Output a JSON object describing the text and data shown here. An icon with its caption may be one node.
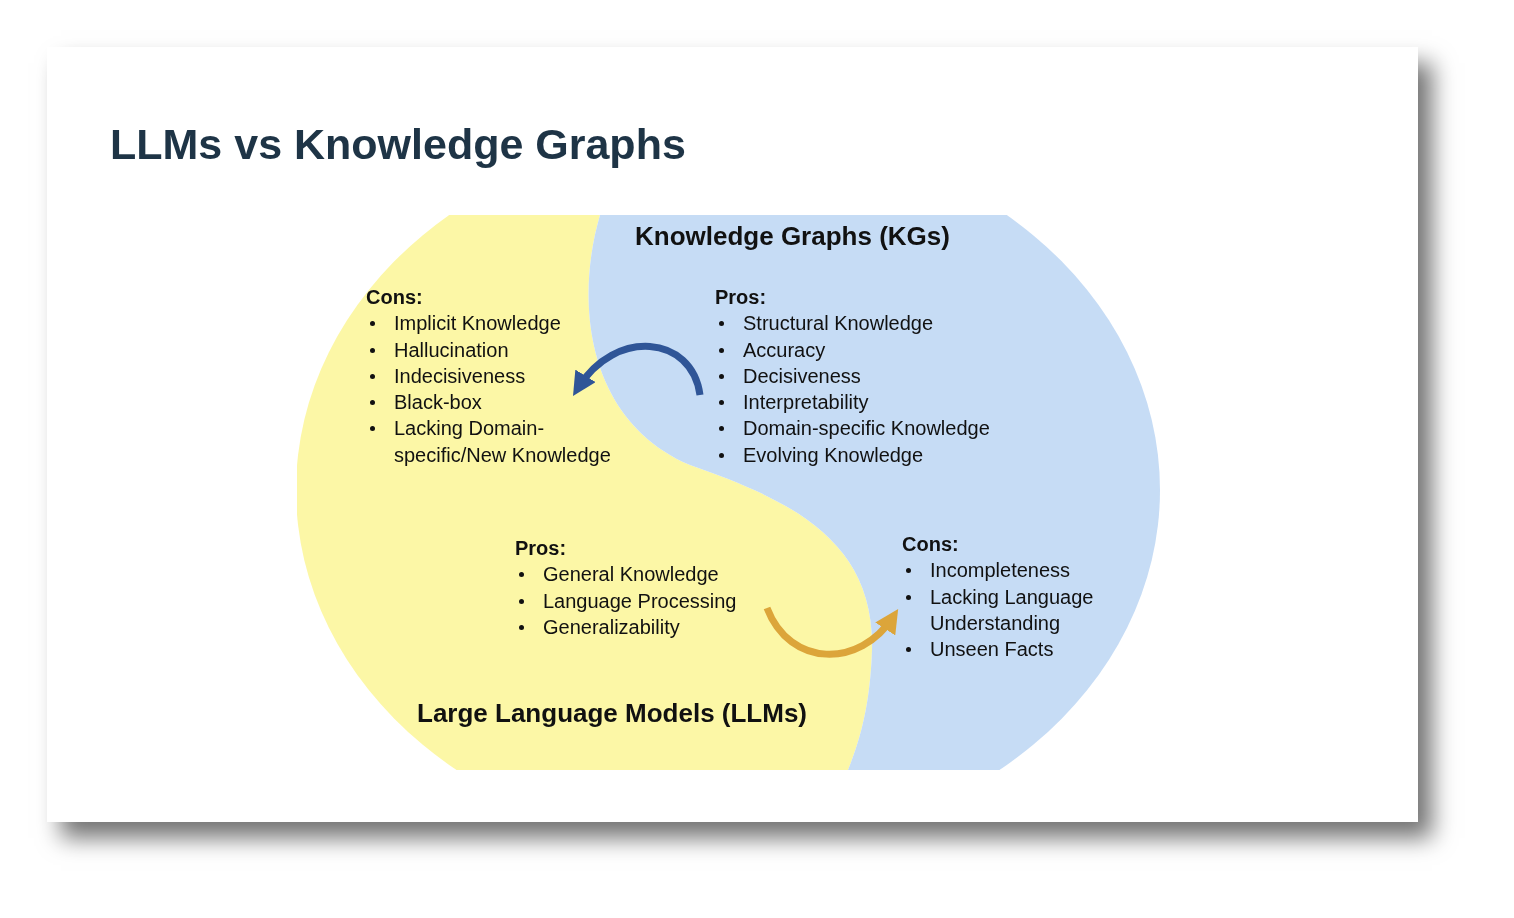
{
  "diagram": {
    "title": "LLMs vs Knowledge Graphs",
    "nodes": [
      {
        "text": [
          "Large Language Models (LLMs)"
        ]
      },
      {
        "text": [
          "Knowledge Graphs (KGs)"
        ]
      },
      {
        "text": [
          "Cons:",
          "Implicit Knowledge",
          "Hallucination",
          "Indecisiveness",
          "Black-box",
          "Lacking Domain-specific/New Knowledge"
        ],
        "in": 0
      },
      {
        "text": [
          "Pros:",
          "Structural Knowledge",
          "Accuracy",
          "Decisiveness",
          "Interpretability",
          "Domain-specific Knowledge",
          "Evolving Knowledge"
        ],
        "in": 1
      },
      {
        "text": [
          "Pros:",
          "General Knowledge",
          "Language Processing",
          "Generalizability"
        ],
        "in": 0
      },
      {
        "text": [
          "Cons:",
          "Incompleteness",
          "Lacking Language Understanding",
          "Unseen Facts"
        ],
        "in": 1
      }
    ],
    "edges": [
      {
        "from": 3,
        "to": 2,
        "arrow": "to",
        "color": "#2f5597"
      },
      {
        "from": 4,
        "to": 5,
        "arrow": "to",
        "color": "#dca53a"
      }
    ]
  }
}
